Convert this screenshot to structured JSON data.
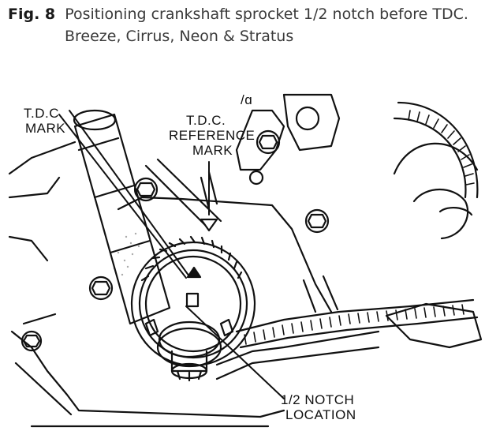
{
  "caption": {
    "figure_number": "Fig. 8",
    "title": "Positioning crankshaft sprocket 1/2 notch before TDC.",
    "subtitle": "Breeze, Cirrus, Neon & Stratus"
  },
  "callouts": {
    "tdc_mark_line1": "T.D.C.",
    "tdc_mark_line2": "MARK",
    "tdc_ref_line1": "T.D.C.",
    "tdc_ref_line2": "REFERENCE",
    "tdc_ref_line3": "MARK",
    "notch_line1": "1/2 NOTCH",
    "notch_line2": "LOCATION",
    "corner_mark": "/ɑ"
  }
}
